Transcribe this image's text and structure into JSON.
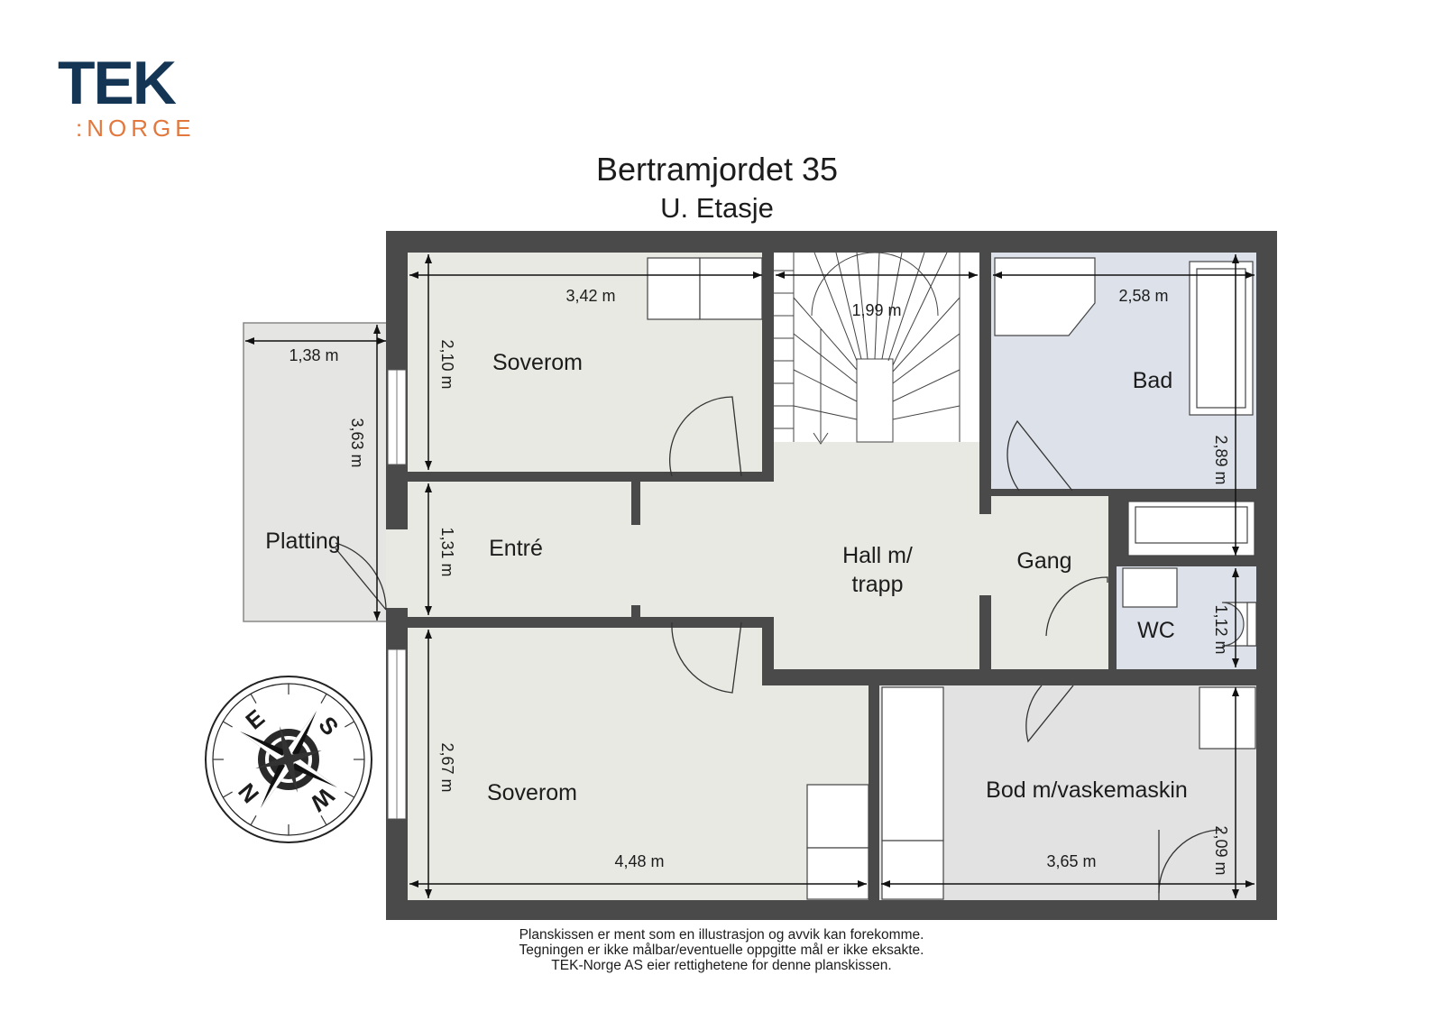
{
  "logo": {
    "main": "TEK",
    "sub": ":NORGE",
    "main_color": "#143553",
    "accent_color": "#e2783d"
  },
  "title": "Bertramjordet 35",
  "subtitle": "U. Etasje",
  "rooms": {
    "soverom_top": "Soverom",
    "entre": "Entré",
    "hall": [
      "Hall m/",
      "trapp"
    ],
    "bad": "Bad",
    "gang": "Gang",
    "wc": "WC",
    "platting": "Platting",
    "soverom_bottom": "Soverom",
    "bod": "Bod m/vaskemaskin"
  },
  "dimensions": {
    "soverom_top_w": "3,42 m",
    "soverom_top_h": "2,10 m",
    "stair_w": "1,99 m",
    "bad_w": "2,58 m",
    "bad_h": "2,89 m",
    "platting_w": "1,38 m",
    "platting_h": "3,63 m",
    "entre_h": "1,31 m",
    "wc_h": "1,12 m",
    "soverom_bottom_h": "2,67 m",
    "soverom_bottom_w": "4,48 m",
    "bod_w": "3,65 m",
    "bod_h": "2,09 m"
  },
  "compass": {
    "n": "N",
    "e": "E",
    "s": "S",
    "w": "W"
  },
  "disclaimer": [
    "Planskissen er ment som en illustrasjon og avvik kan forekomme.",
    "Tegningen er ikke målbar/eventuelle oppgitte mål er ikke eksakte.",
    "TEK-Norge AS eier rettighetene for denne planskissen."
  ],
  "colors": {
    "wall": "#4a4a4a",
    "floor": "#e8e9e3",
    "wet_room": "#dde2ea",
    "bod_floor": "#e2e2e2",
    "platting": "#e5e5e3"
  }
}
